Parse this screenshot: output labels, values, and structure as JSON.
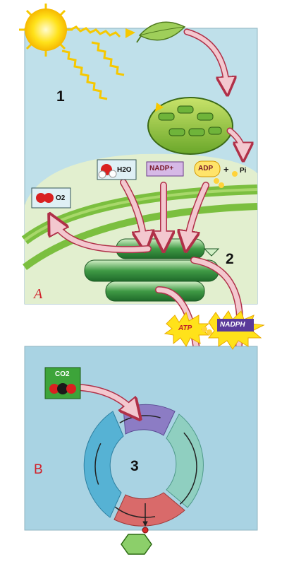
{
  "labels": {
    "stage1": "1",
    "stage2": "2",
    "stage3": "3",
    "panelA": "A",
    "panelB": "B"
  },
  "molecules": {
    "water": "H2O",
    "oxygen": "O2",
    "nadp": "NADP+",
    "adp": "ADP",
    "plus": "+",
    "pi": "Pi",
    "atp": "ATP",
    "nadph": "NADPH",
    "co2": "CO2"
  },
  "colors": {
    "panelA_bg": "#bfe0ea",
    "panelB_bg": "#a9d3e3",
    "cell_bg": "#e2efcf",
    "stroma_band": "#7bbf3f",
    "arrow_fill": "#f3c8cf",
    "arrow_edge": "#b03048",
    "sun": "#ffe21a",
    "cycle_purple": "#8c7cc4",
    "cycle_teal": "#8fcfc0",
    "cycle_red": "#d96a6a",
    "cycle_blue": "#56b2d4",
    "sugar": "#8ccf6a"
  }
}
